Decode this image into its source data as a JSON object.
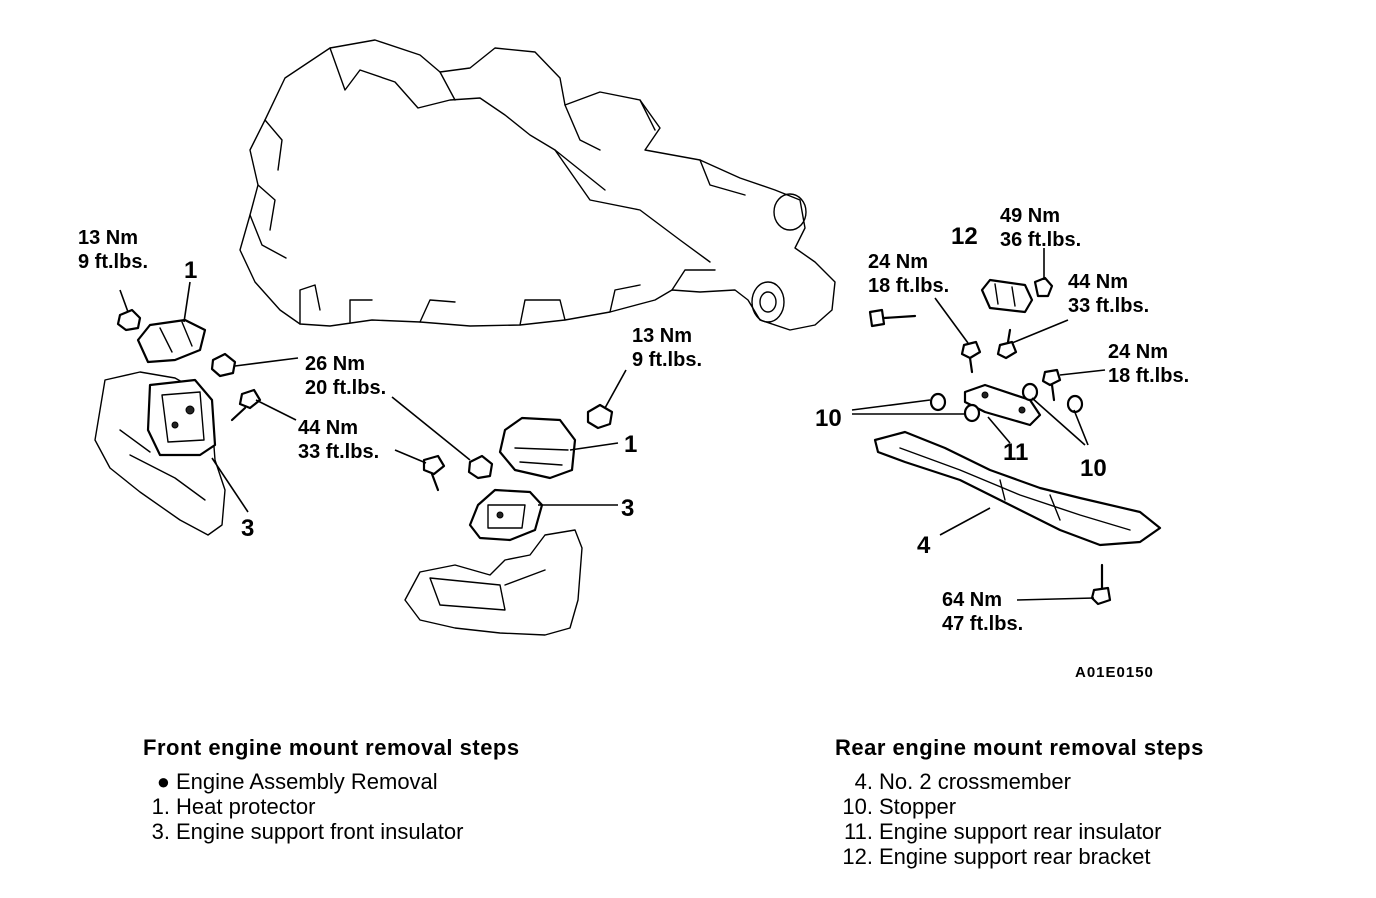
{
  "diagram_code": "A01E0150",
  "torques": {
    "front_heat_protector_nut": {
      "nm": "13 Nm",
      "ft": "9 ft.lbs."
    },
    "front_mid_nut": {
      "nm": "26 Nm",
      "ft": "20 ft.lbs."
    },
    "front_bolt": {
      "nm": "44 Nm",
      "ft": "33 ft.lbs."
    },
    "front_heat_protector_nut_2": {
      "nm": "13 Nm",
      "ft": "9 ft.lbs."
    },
    "rear_bracket_nut": {
      "nm": "49 Nm",
      "ft": "36 ft.lbs."
    },
    "rear_left_bolt": {
      "nm": "24 Nm",
      "ft": "18 ft.lbs."
    },
    "rear_insulator_bolt": {
      "nm": "44 Nm",
      "ft": "33 ft.lbs."
    },
    "rear_right_bolt": {
      "nm": "24 Nm",
      "ft": "18 ft.lbs."
    },
    "crossmember_bolt": {
      "nm": "64 Nm",
      "ft": "47 ft.lbs."
    }
  },
  "callouts": {
    "front_heat_protector": "1",
    "front_insulator": "3",
    "heat_protector_2": "1",
    "insulator_2": "3",
    "rear_bracket": "12",
    "stopper_left": "10",
    "rear_insulator": "11",
    "stopper_right": "10",
    "crossmember": "4"
  },
  "front_steps": {
    "title": "Front engine mount removal steps",
    "items": [
      {
        "mark": "●",
        "text": "Engine Assembly Removal"
      },
      {
        "mark": "1.",
        "text": "Heat protector"
      },
      {
        "mark": "3.",
        "text": "Engine support front insulator"
      }
    ]
  },
  "rear_steps": {
    "title": "Rear engine mount removal steps",
    "items": [
      {
        "mark": "4.",
        "text": "No. 2 crossmember"
      },
      {
        "mark": "10.",
        "text": "Stopper"
      },
      {
        "mark": "11.",
        "text": "Engine support rear insulator"
      },
      {
        "mark": "12.",
        "text": "Engine support rear bracket"
      }
    ]
  }
}
